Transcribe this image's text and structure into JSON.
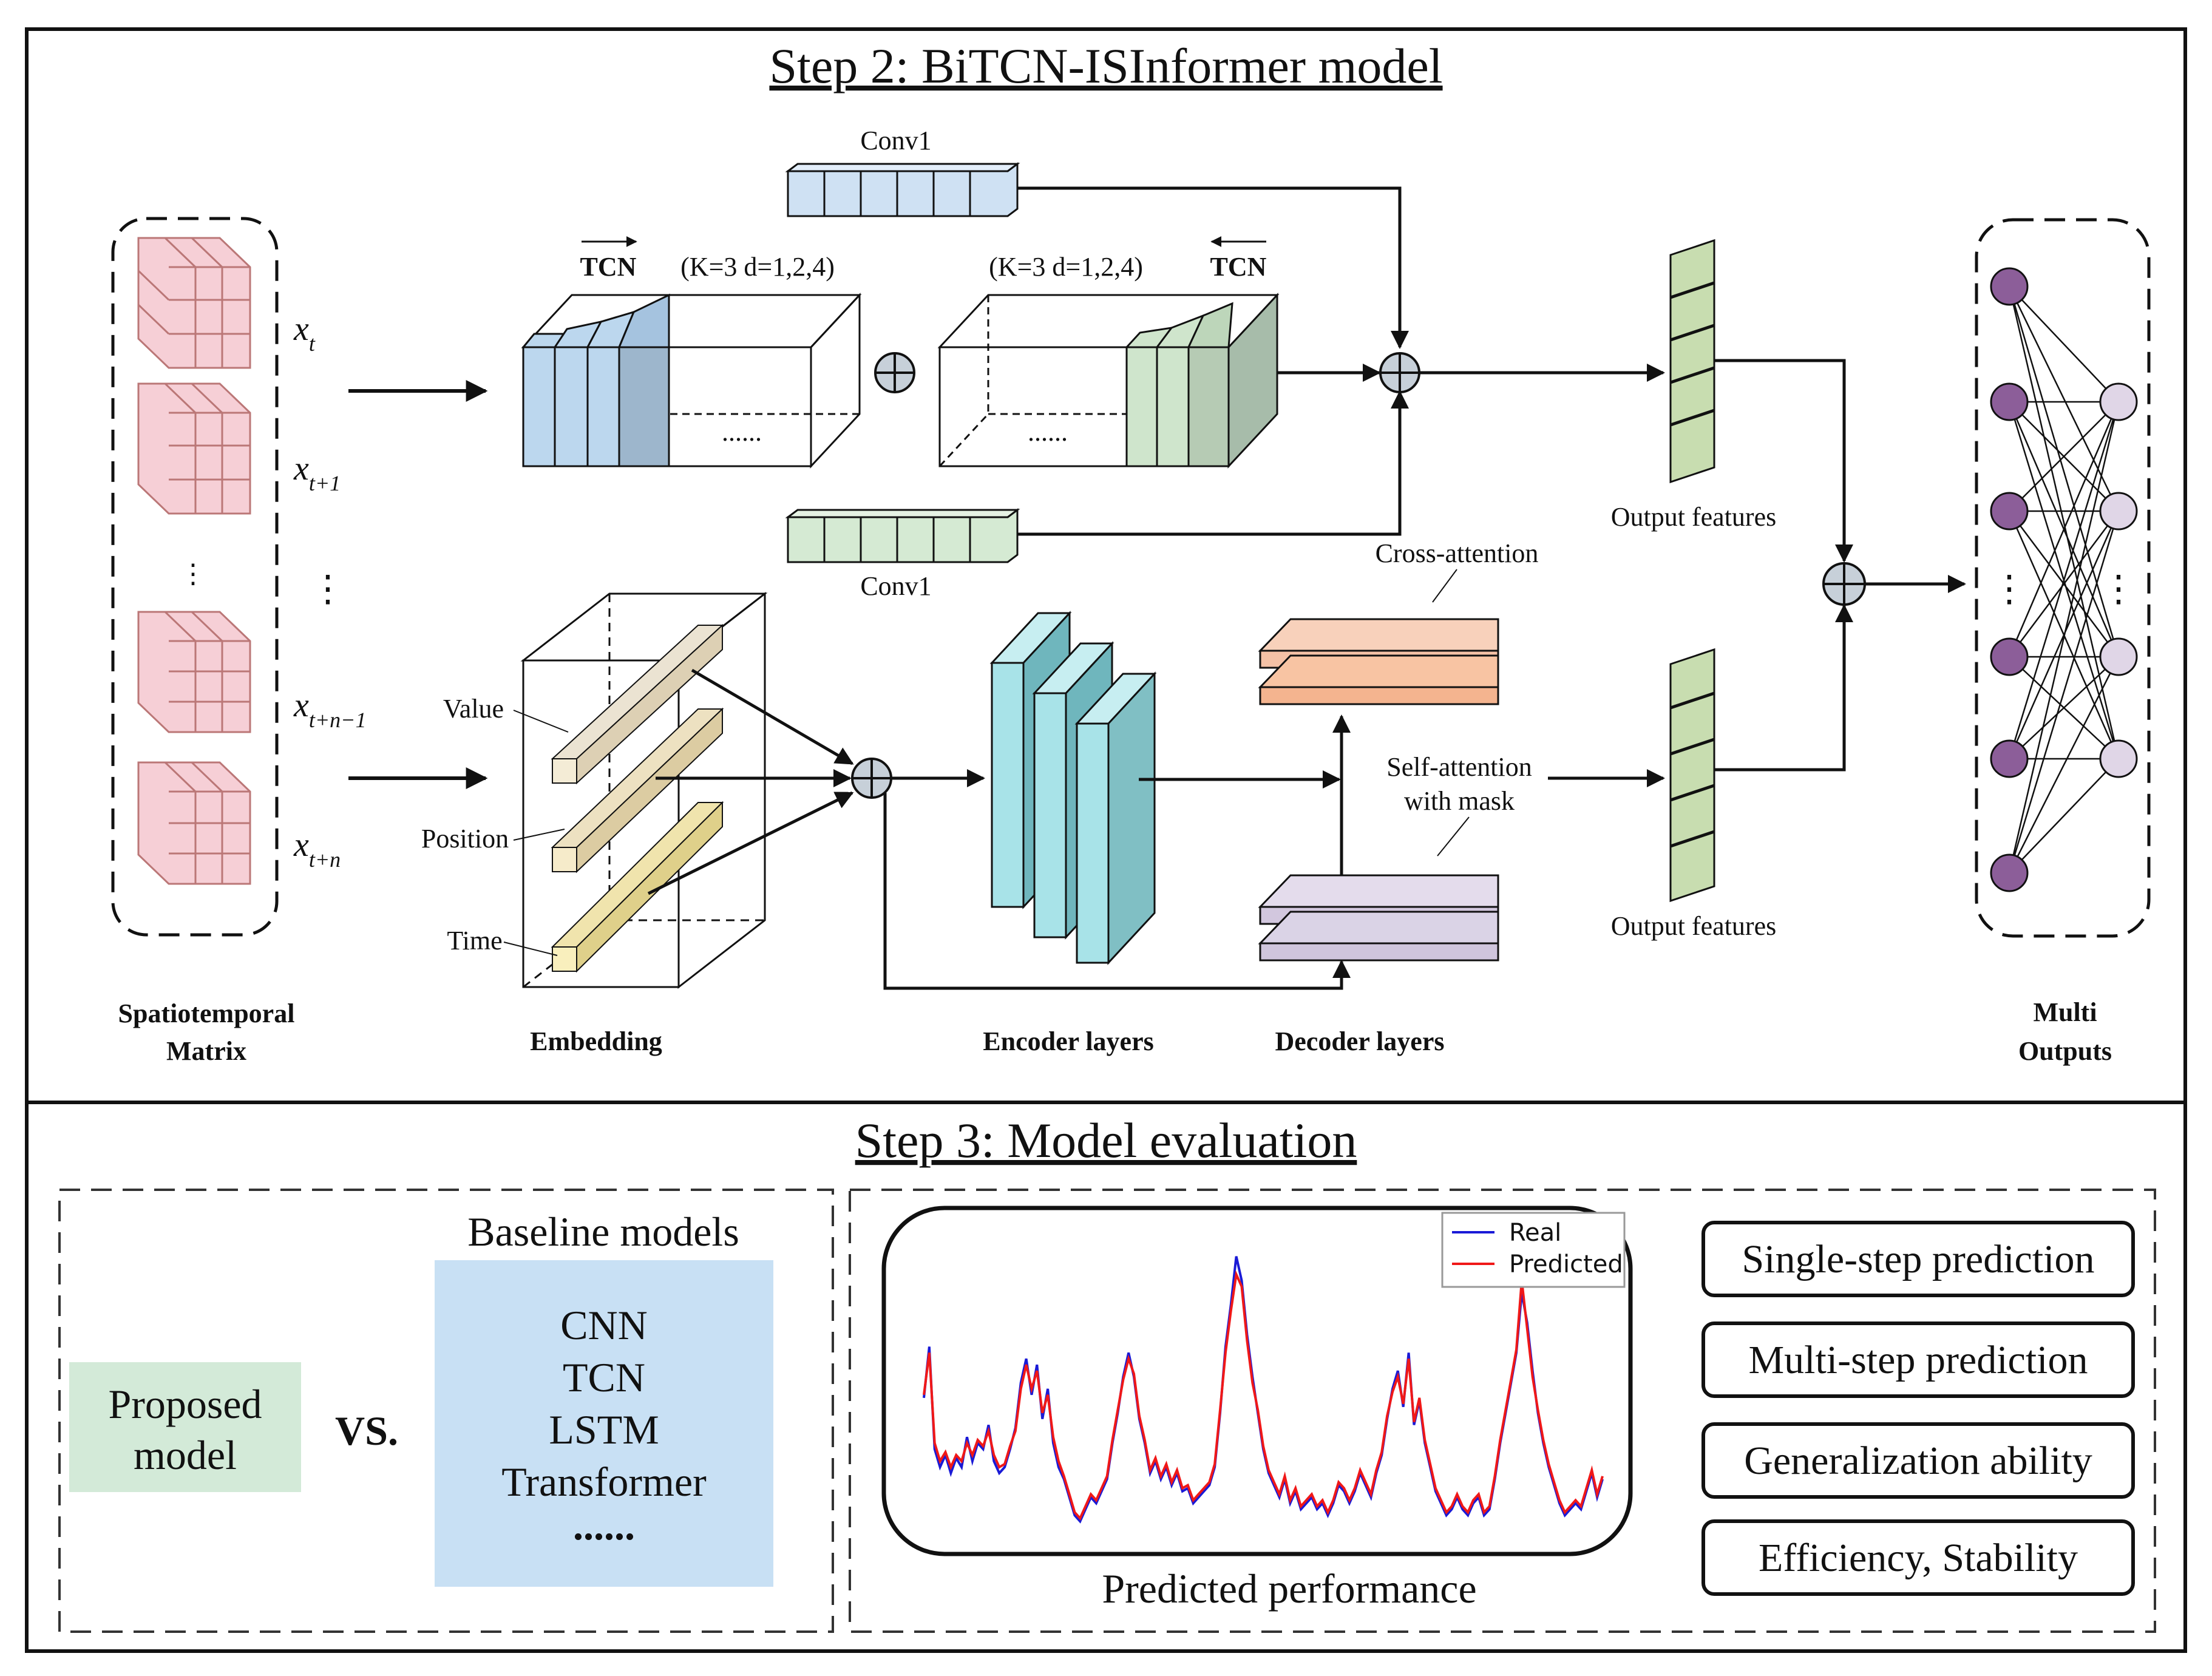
{
  "step2": {
    "title": "Step 2: BiTCN-ISInformer model",
    "inputs": {
      "xt": "x",
      "xt_sub": "t",
      "xt1": "x",
      "xt1_sub": "t+1",
      "dots": "⋮",
      "xtn1": "x",
      "xtn1_sub": "t+n−1",
      "xtn": "x",
      "xtn_sub": "t+n",
      "caption_line1": "Spatiotemporal",
      "caption_line2": "Matrix"
    },
    "tcn_forward": {
      "label": "TCN",
      "params": "(K=3  d=1,2,4)",
      "dots": "......"
    },
    "tcn_backward": {
      "label": "TCN",
      "params": "(K=3  d=1,2,4)",
      "dots": "......"
    },
    "conv_top": "Conv1",
    "conv_bottom": "Conv1",
    "embedding": {
      "value": "Value",
      "position": "Position",
      "time": "Time",
      "caption": "Embedding"
    },
    "encoder_caption": "Encoder layers",
    "decoder": {
      "cross": "Cross-attention",
      "self_line1": "Self-attention",
      "self_line2": "with mask",
      "caption": "Decoder layers"
    },
    "output_features_top": "Output features",
    "output_features_bottom": "Output features",
    "outputs_caption_line1": "Multi",
    "outputs_caption_line2": "Outputs",
    "colors": {
      "tcn_forward": "#bcd7ee",
      "tcn_backward": "#cfe5cc",
      "conv_top": "#cfe1f3",
      "conv_bottom": "#d5ead3",
      "input_grid": "#f6cfd6",
      "encoder": "#9fd9de",
      "cross_attention": "#f8c4a3",
      "self_attention": "#dad3e6",
      "output_features": "#c8ddb0",
      "neuron_input": "#8c5e99",
      "neuron_output": "#e0d6e7"
    }
  },
  "step3": {
    "title": "Step 3: Model evaluation",
    "proposed_line1": "Proposed",
    "proposed_line2": "model",
    "vs": "VS.",
    "baseline_title": "Baseline models",
    "baselines": [
      "CNN",
      "TCN",
      "LSTM",
      "Transformer",
      "......"
    ],
    "legend_real": "Real",
    "legend_predicted": "Predicted",
    "performance_caption": "Predicted performance",
    "criteria": [
      "Single-step prediction",
      "Multi-step prediction",
      "Generalization ability",
      "Efficiency, Stability"
    ],
    "colors": {
      "proposed": "#d3ead8",
      "baseline": "#c8e0f4",
      "real": "#1a1ad6",
      "predicted": "#f01818"
    }
  },
  "chart_data": {
    "type": "line",
    "series": [
      {
        "name": "Real",
        "values": [
          0.45,
          0.62,
          0.28,
          0.22,
          0.26,
          0.2,
          0.25,
          0.22,
          0.32,
          0.24,
          0.3,
          0.28,
          0.36,
          0.24,
          0.2,
          0.22,
          0.28,
          0.35,
          0.5,
          0.58,
          0.46,
          0.56,
          0.38,
          0.48,
          0.3,
          0.22,
          0.18,
          0.12,
          0.06,
          0.04,
          0.08,
          0.12,
          0.1,
          0.14,
          0.18,
          0.3,
          0.4,
          0.52,
          0.6,
          0.52,
          0.38,
          0.3,
          0.2,
          0.24,
          0.18,
          0.22,
          0.16,
          0.2,
          0.14,
          0.15,
          0.1,
          0.12,
          0.14,
          0.16,
          0.22,
          0.4,
          0.62,
          0.76,
          0.92,
          0.84,
          0.66,
          0.52,
          0.4,
          0.28,
          0.2,
          0.16,
          0.12,
          0.18,
          0.1,
          0.14,
          0.08,
          0.1,
          0.12,
          0.08,
          0.1,
          0.06,
          0.1,
          0.16,
          0.14,
          0.1,
          0.14,
          0.2,
          0.16,
          0.12,
          0.2,
          0.26,
          0.38,
          0.48,
          0.54,
          0.42,
          0.6,
          0.36,
          0.44,
          0.3,
          0.22,
          0.14,
          0.1,
          0.06,
          0.08,
          0.12,
          0.08,
          0.06,
          0.1,
          0.12,
          0.06,
          0.08,
          0.18,
          0.3,
          0.4,
          0.5,
          0.6,
          0.8,
          0.7,
          0.54,
          0.4,
          0.3,
          0.22,
          0.16,
          0.1,
          0.06,
          0.08,
          0.1,
          0.08,
          0.14,
          0.2,
          0.12,
          0.18
        ]
      },
      {
        "name": "Predicted",
        "values": [
          0.46,
          0.6,
          0.3,
          0.24,
          0.27,
          0.22,
          0.26,
          0.24,
          0.3,
          0.26,
          0.31,
          0.29,
          0.34,
          0.26,
          0.22,
          0.23,
          0.29,
          0.34,
          0.48,
          0.56,
          0.48,
          0.54,
          0.4,
          0.46,
          0.32,
          0.24,
          0.19,
          0.13,
          0.07,
          0.05,
          0.09,
          0.13,
          0.11,
          0.15,
          0.19,
          0.31,
          0.41,
          0.51,
          0.58,
          0.53,
          0.39,
          0.31,
          0.21,
          0.25,
          0.19,
          0.23,
          0.17,
          0.21,
          0.15,
          0.16,
          0.11,
          0.13,
          0.15,
          0.17,
          0.23,
          0.41,
          0.6,
          0.74,
          0.86,
          0.82,
          0.64,
          0.5,
          0.41,
          0.29,
          0.21,
          0.17,
          0.13,
          0.19,
          0.11,
          0.15,
          0.09,
          0.11,
          0.13,
          0.09,
          0.11,
          0.07,
          0.11,
          0.17,
          0.15,
          0.11,
          0.15,
          0.21,
          0.17,
          0.13,
          0.21,
          0.27,
          0.39,
          0.47,
          0.52,
          0.43,
          0.58,
          0.37,
          0.45,
          0.31,
          0.23,
          0.15,
          0.11,
          0.07,
          0.09,
          0.13,
          0.09,
          0.07,
          0.11,
          0.13,
          0.07,
          0.09,
          0.19,
          0.31,
          0.41,
          0.51,
          0.61,
          0.84,
          0.68,
          0.52,
          0.41,
          0.31,
          0.23,
          0.17,
          0.11,
          0.07,
          0.09,
          0.11,
          0.09,
          0.15,
          0.21,
          0.13,
          0.19
        ]
      }
    ]
  }
}
